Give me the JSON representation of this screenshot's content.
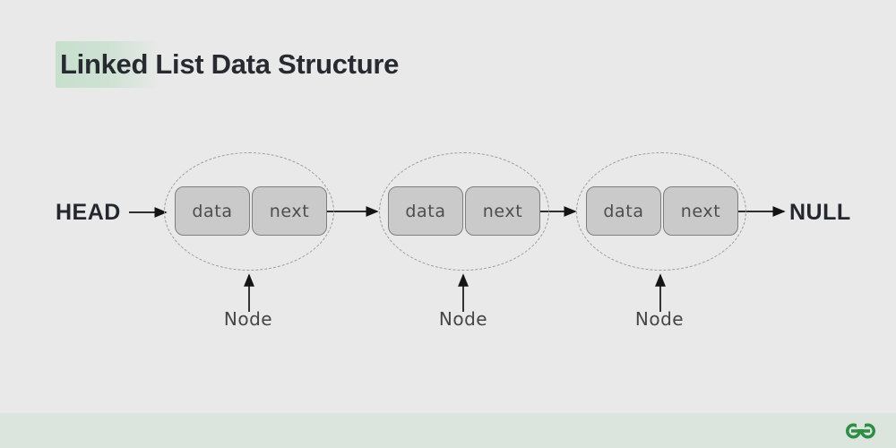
{
  "title": {
    "text": "Linked List Data Structure"
  },
  "labels": {
    "head": "HEAD",
    "null": "NULL"
  },
  "nodes": [
    {
      "data": "data",
      "next": "next",
      "caption": "Node"
    },
    {
      "data": "data",
      "next": "next",
      "caption": "Node"
    },
    {
      "data": "data",
      "next": "next",
      "caption": "Node"
    }
  ],
  "branding": {
    "logo_icon": "geeksforgeeks-logo"
  },
  "colors": {
    "background": "#e8e9e8",
    "footer_strip": "#dce5dd",
    "title_highlight": "#c7dfcd",
    "box_fill": "#cacaca",
    "box_border": "#7f7f7f",
    "ellipse_dash": "#9b9b9b",
    "arrow": "#141414",
    "title_text": "#272b31",
    "label_text": "#4d4d4d",
    "logo_green": "#2f8d46"
  }
}
